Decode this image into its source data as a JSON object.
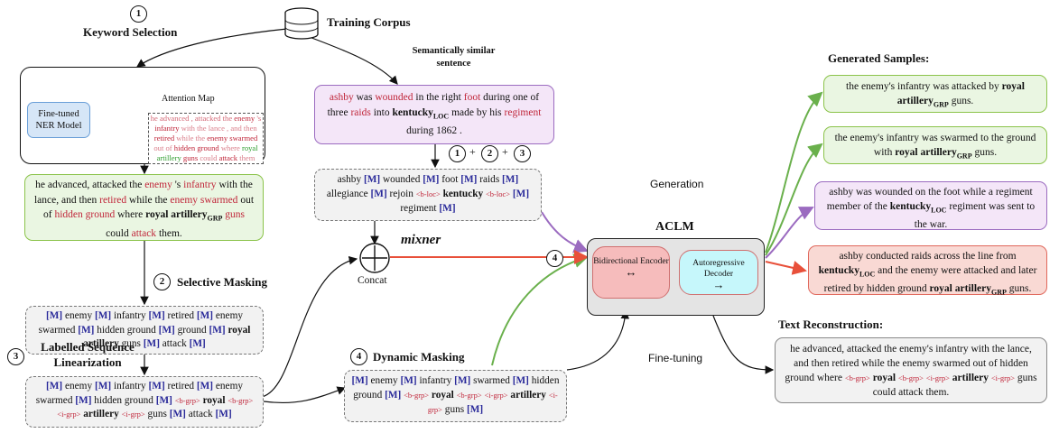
{
  "titles": {
    "keyword_selection": "Keyword Selection",
    "training_corpus": "Training Corpus",
    "semantic_line1": "Semantically similar",
    "semantic_line2": "sentence",
    "selective_masking": "Selective Masking",
    "labelled_line1": "Labelled Sequence",
    "labelled_line2": "Linearization",
    "dynamic_masking": "Dynamic Masking",
    "generated_samples": "Generated Samples:",
    "text_reconstruction": "Text Reconstruction:",
    "aclm": "ACLM",
    "generation": "Generation",
    "fine_tuning": "Fine-tuning",
    "mixner": "mixner",
    "concat": "Concat"
  },
  "steps": {
    "one": "1",
    "two": "2",
    "three": "3",
    "four": "4",
    "plus": "+"
  },
  "ner": {
    "model_label": "Fine-tuned NER Model",
    "attention_map": "Attention Map",
    "mini_text": "he advanced , attacked the enemy 's infantry with the lance , and then retired while the enemy swarmed out of hidden ground where royal artillery guns could attack them ."
  },
  "sentence_box": "he advanced, attacked the enemy 's infantry with the lance, and then retired while the enemy swarmed out of hidden ground where royal artillery GRP guns could attack them.",
  "selective_box": "[M] enemy [M] infantry [M] retired [M] enemy swarmed [M] hidden ground [M] ground [M] royal artillery guns [M] attack [M]",
  "linearized_box": "[M] enemy [M] infantry [M] retired [M] enemy swarmed [M] hidden ground [M] <b-grp> royal <b-grp> <i-grp> artillery <i-grp> guns [M] attack [M]",
  "similar_box": "ashby was wounded in the right foot during one of three raids into kentucky LOC made by his regiment during 1862 .",
  "masked_similar_box": "ashby [M] wounded [M] foot [M] raids [M] allegiance [M] rejoin <b-loc> kentucky <b-loc> [M] regiment [M]",
  "dynamic_box": "[M] enemy [M] infantry [M] swarmed [M] hidden ground [M] <b-grp> royal <b-grp> <i-grp> artillery <i-grp> guns [M]",
  "aclm_model": {
    "encoder": "Bidirectional Encoder",
    "decoder": "Autoregressive Decoder"
  },
  "generated": [
    "the enemy's infantry was attacked by royal artillery GRP guns.",
    "the enemy's infantry was swarmed to the ground with royal artillery GRP guns.",
    "ashby was wounded on the foot while a regiment member of the kentucky LOC regiment was sent to the war.",
    "ashby conducted raids across the line from kentucky LOC and the enemy were attacked and later retired by hidden ground royal artillery GRP guns."
  ],
  "reconstruction": "he advanced, attacked the enemy's infantry with the lance, and then retired while the enemy swarmed out of hidden ground where <b-grp> royal <b-grp> <i-grp> artillery <i-grp> guns could attack them.",
  "colors": {
    "green": "#6ab04c",
    "purple": "#9b6bc0",
    "red": "#e8503a",
    "mask": "#2a2a9a",
    "keyword": "#c0263a"
  }
}
